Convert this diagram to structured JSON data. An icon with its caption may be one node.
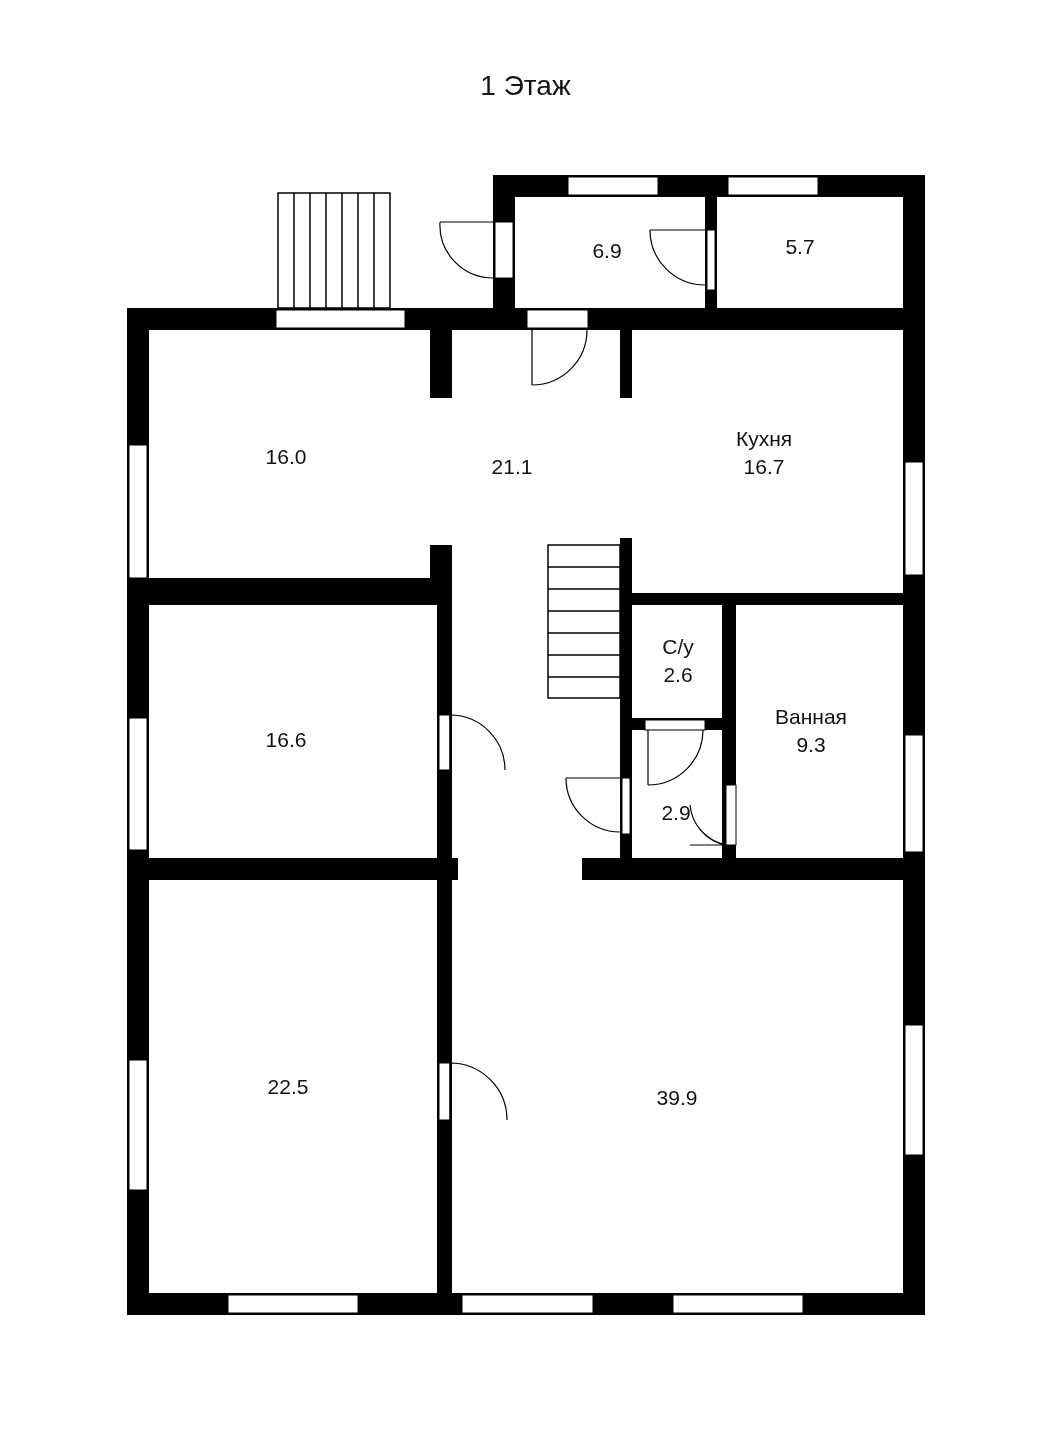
{
  "diagram": {
    "title": "1 Этаж",
    "nodes": [
      {
        "text": [
          "6.9"
        ]
      },
      {
        "text": [
          "5.7"
        ]
      },
      {
        "text": [
          "16.0"
        ]
      },
      {
        "text": [
          "21.1"
        ]
      },
      {
        "text": [
          "Кухня",
          "16.7"
        ]
      },
      {
        "text": [
          "16.6"
        ]
      },
      {
        "text": [
          "С/у",
          "2.6"
        ]
      },
      {
        "text": [
          "Ванная",
          "9.3"
        ]
      },
      {
        "text": [
          "2.9"
        ]
      },
      {
        "text": [
          "22.5"
        ]
      },
      {
        "text": [
          "39.9"
        ]
      }
    ]
  }
}
